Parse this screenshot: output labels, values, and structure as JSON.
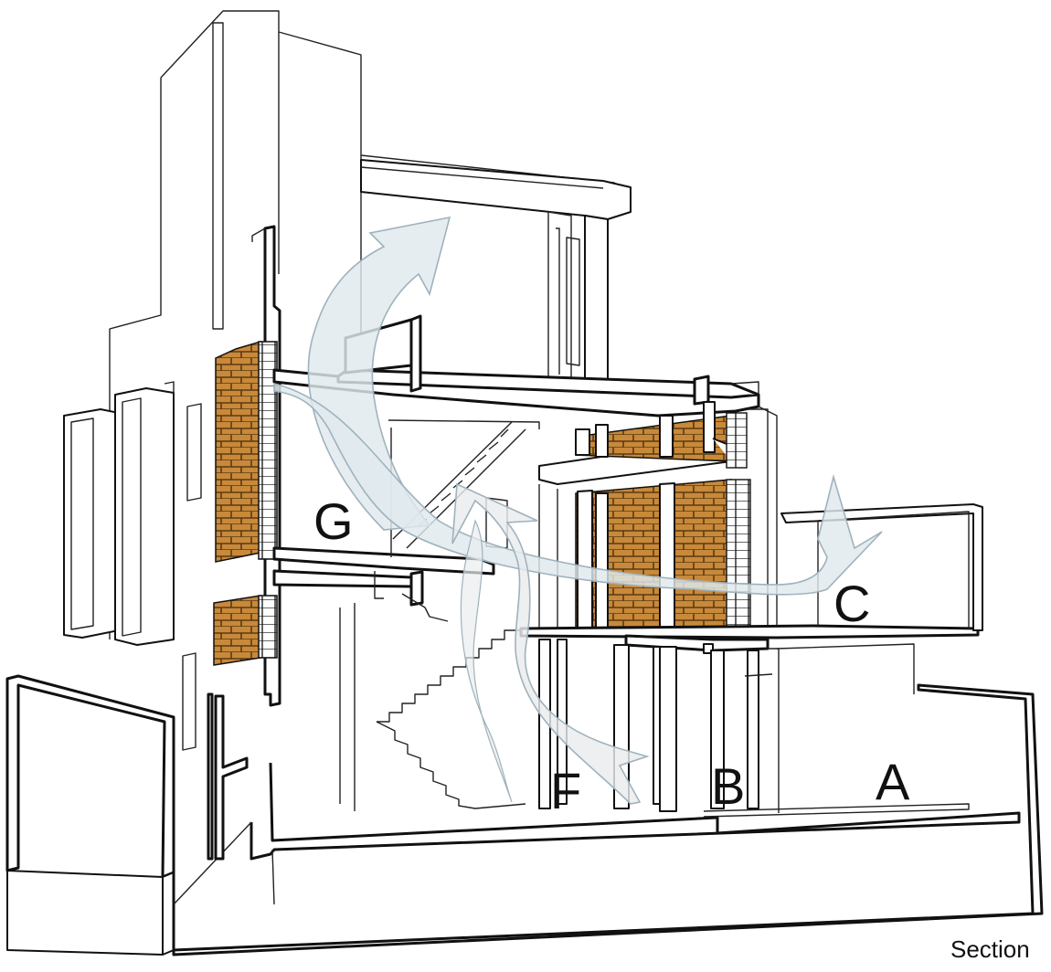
{
  "colors": {
    "line": "#111111",
    "brick": "#c8893a",
    "brick_mortar": "#5a3a12",
    "airflow": "#dfe9ee",
    "airflow_stroke": "#9fb2bc",
    "airflow_light": "#e9ecee"
  },
  "labels": {
    "a": "A",
    "b": "B",
    "c": "C",
    "f": "F",
    "g": "G"
  },
  "caption": "Section"
}
